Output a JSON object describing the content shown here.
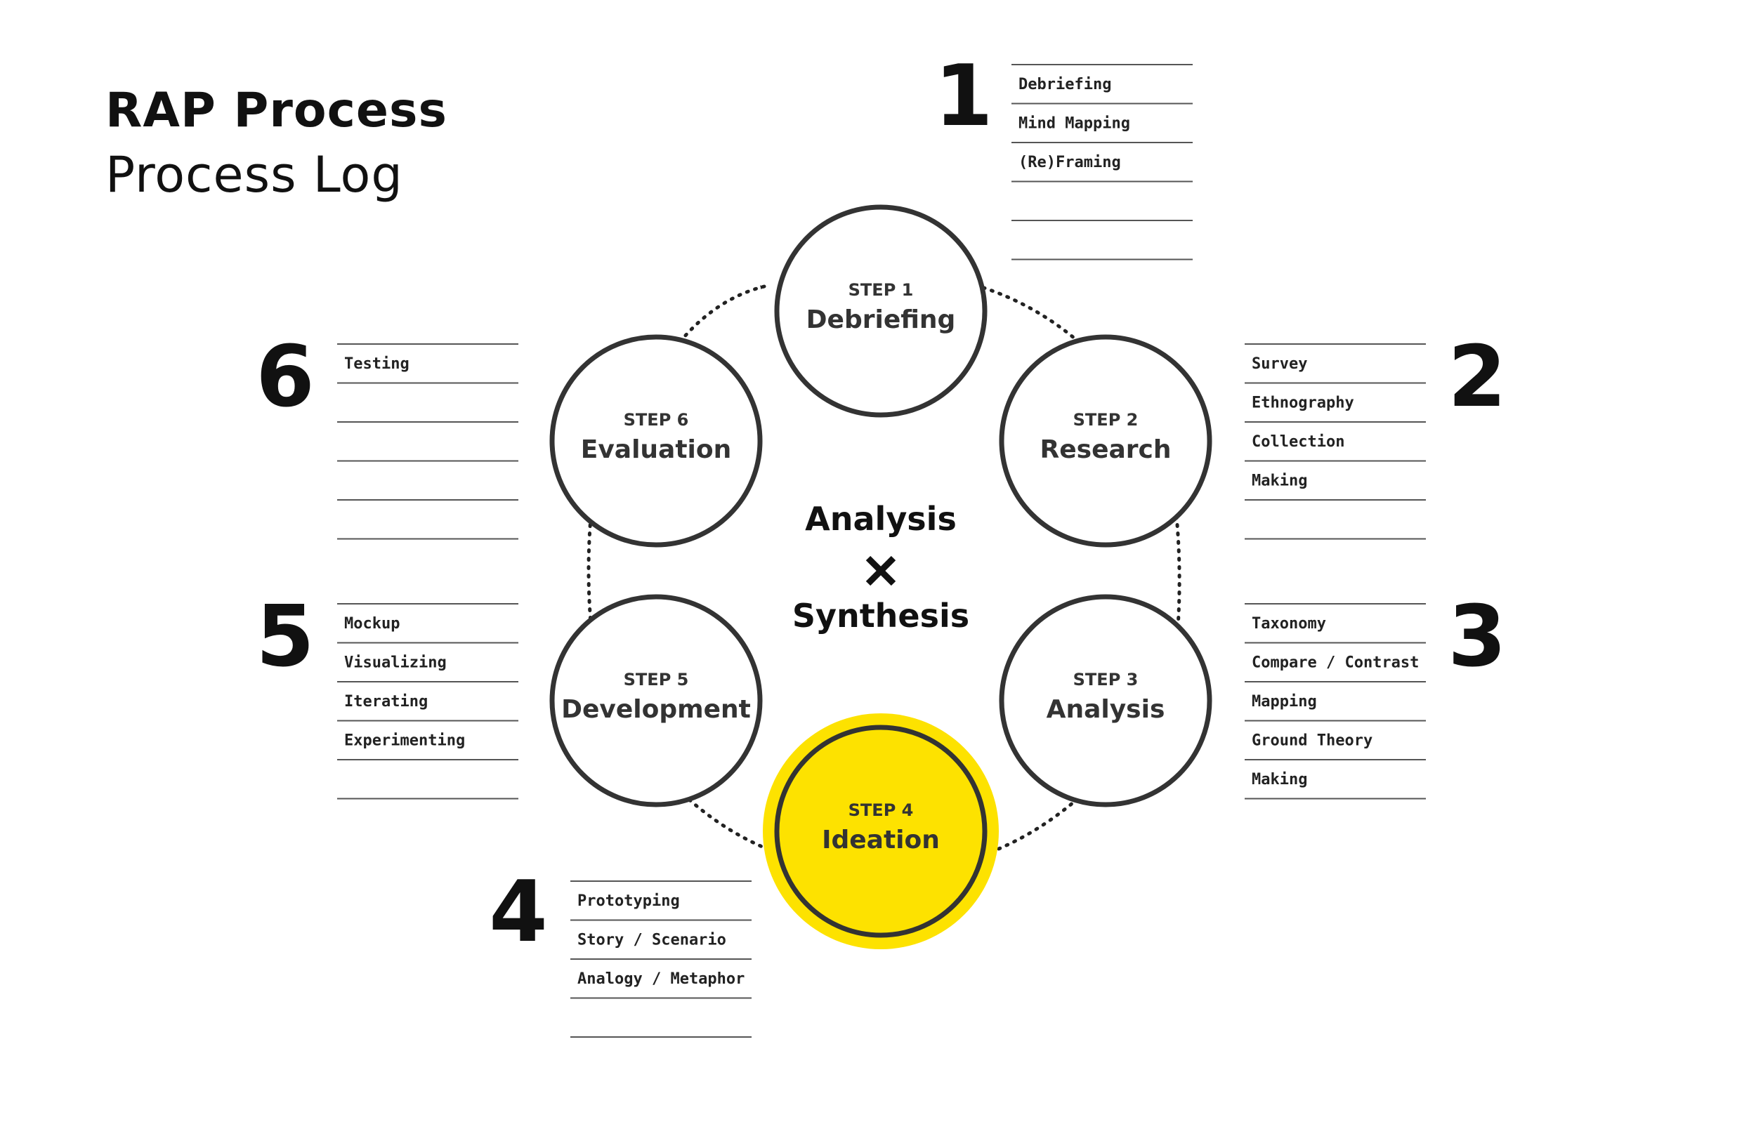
{
  "header": {
    "title": "RAP Process",
    "subtitle": "Process Log"
  },
  "center": {
    "line1": "Analysis",
    "line2": "Synthesis"
  },
  "accent_color": "#fde200",
  "steps": [
    {
      "step": "STEP 1",
      "name": "Debriefing",
      "number": "1",
      "highlighted": false,
      "items": [
        "Debriefing",
        "Mind Mapping",
        "(Re)Framing",
        "",
        ""
      ]
    },
    {
      "step": "STEP 2",
      "name": "Research",
      "number": "2",
      "highlighted": false,
      "items": [
        "Survey",
        "Ethnography",
        "Collection",
        "Making",
        ""
      ]
    },
    {
      "step": "STEP 3",
      "name": "Analysis",
      "number": "3",
      "highlighted": false,
      "items": [
        "Taxonomy",
        "Compare / Contrast",
        "Mapping",
        "Ground Theory",
        "Making"
      ]
    },
    {
      "step": "STEP 4",
      "name": "Ideation",
      "number": "4",
      "highlighted": true,
      "items": [
        "Prototyping",
        "Story / Scenario",
        "Analogy / Metaphor",
        ""
      ]
    },
    {
      "step": "STEP 5",
      "name": "Development",
      "number": "5",
      "highlighted": false,
      "items": [
        "Mockup",
        "Visualizing",
        "Iterating",
        "Experimenting",
        ""
      ]
    },
    {
      "step": "STEP 6",
      "name": "Evaluation",
      "number": "6",
      "highlighted": false,
      "items": [
        "Testing",
        "",
        "",
        "",
        ""
      ]
    }
  ]
}
